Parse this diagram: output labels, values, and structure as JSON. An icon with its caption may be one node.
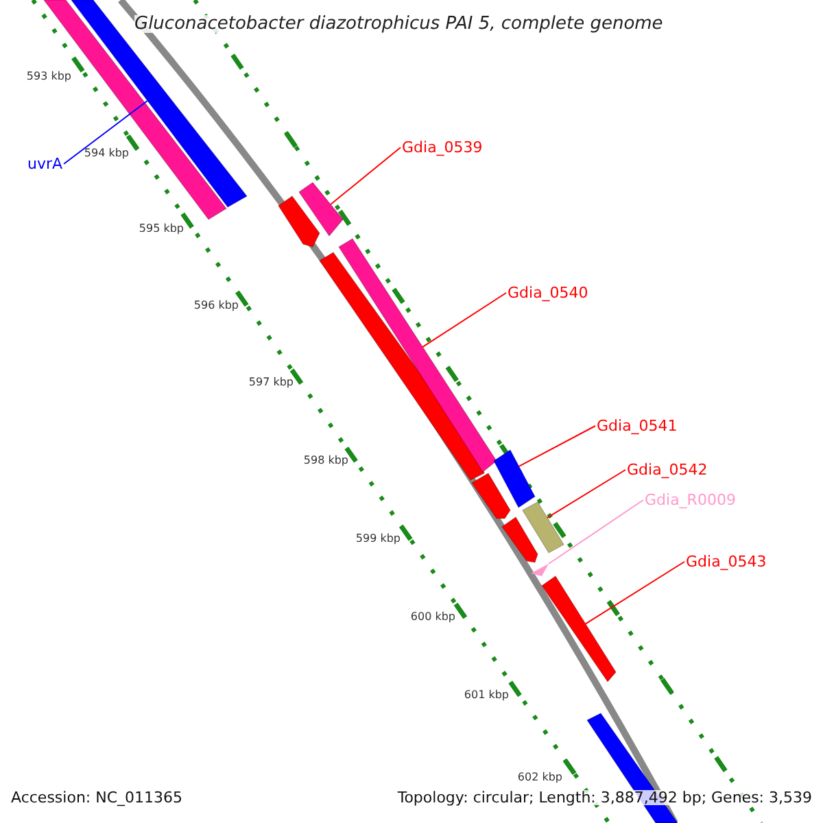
{
  "diagram": {
    "title": "Gluconacetobacter diazotrophicus PAI 5, complete genome",
    "nodes": [
      {
        "text": [
          "uvrA"
        ]
      },
      {
        "text": [
          "Gdia_0539"
        ]
      },
      {
        "text": [
          "Gdia_0540"
        ]
      },
      {
        "text": [
          "Gdia_0541"
        ]
      },
      {
        "text": [
          "Gdia_0542"
        ]
      },
      {
        "text": [
          "Gdia_R0009"
        ]
      },
      {
        "text": [
          "Gdia_0543"
        ]
      },
      {
        "text": [],
        "shape": "bar"
      },
      {
        "text": [],
        "shape": "bar"
      },
      {
        "text": [],
        "shape": "bar"
      },
      {
        "text": [],
        "shape": "bar"
      },
      {
        "text": [],
        "shape": "bar"
      },
      {
        "text": [],
        "shape": "bar"
      },
      {
        "text": [],
        "shape": "bar"
      },
      {
        "text": [],
        "shape": "bar"
      },
      {
        "text": [],
        "shape": "bar"
      },
      {
        "text": [],
        "shape": "bar"
      },
      {
        "text": [],
        "shape": "triangle"
      },
      {
        "text": [],
        "shape": "bar"
      },
      {
        "text": [],
        "shape": "bar"
      }
    ],
    "edges": [
      {
        "from": 0,
        "to": 8,
        "arrow": "none",
        "color": "#0000ff"
      },
      {
        "from": 1,
        "to": 10,
        "arrow": "none"
      },
      {
        "from": 2,
        "to": 12,
        "arrow": "none"
      },
      {
        "from": 3,
        "to": 13,
        "arrow": "none"
      },
      {
        "from": 4,
        "to": 15,
        "arrow": "none"
      },
      {
        "from": 5,
        "to": 17,
        "arrow": "none",
        "color": "#ff99cc"
      },
      {
        "from": 6,
        "to": 18,
        "arrow": "none"
      }
    ],
    "labels": [
      "593 kbp",
      "594 kbp",
      "595 kbp",
      "596 kbp",
      "597 kbp",
      "598 kbp",
      "599 kbp",
      "600 kbp",
      "601 kbp",
      "602 kbp",
      "Accession: NC_011365",
      "Topology: circular; Length: 3,887,492 bp; Genes: 3,539"
    ]
  }
}
